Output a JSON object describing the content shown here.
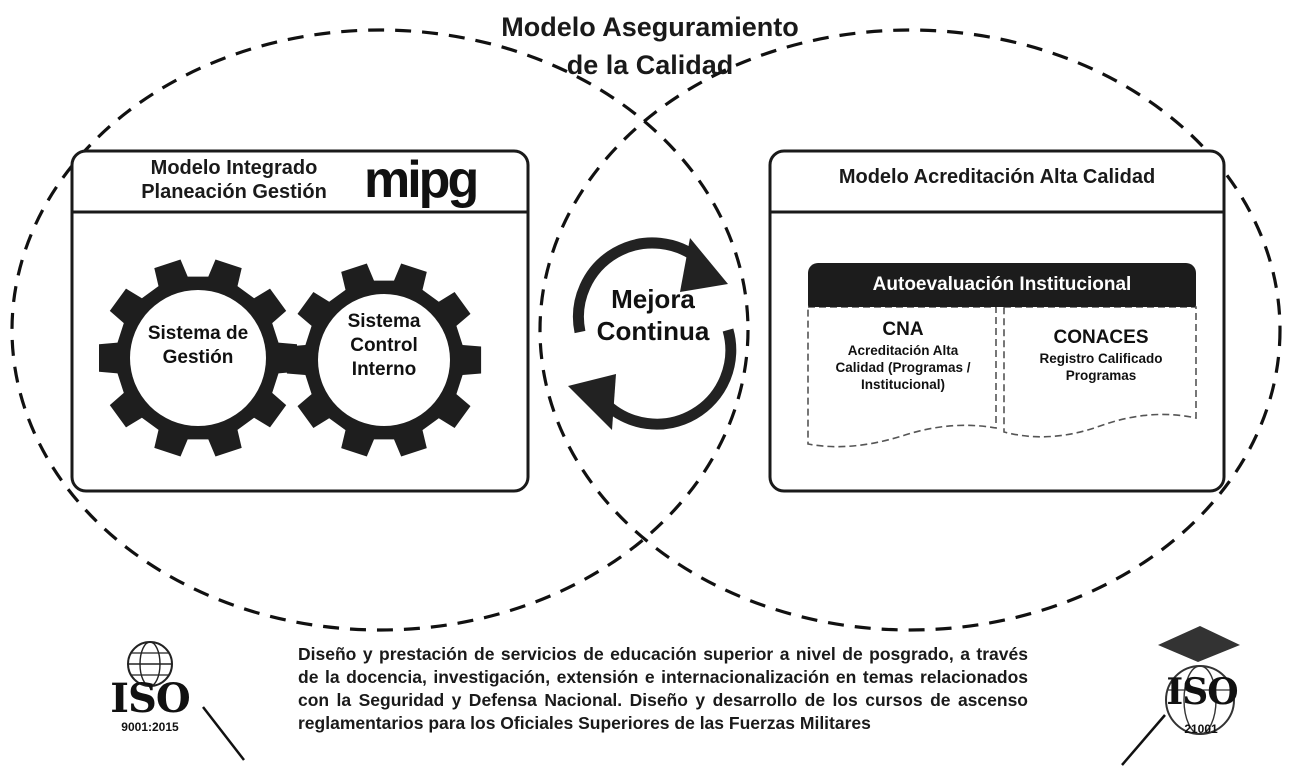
{
  "title": {
    "line1": "Modelo Aseguramiento",
    "line2": "de la Calidad"
  },
  "mipg": {
    "header_line1": "Modelo Integrado",
    "header_line2": "Planeación Gestión",
    "logo_text": "mipg",
    "gears": [
      {
        "lines": [
          "Sistema de",
          "Gestión"
        ]
      },
      {
        "lines": [
          "Sistema",
          "Control",
          "Interno"
        ]
      }
    ]
  },
  "center": {
    "line1": "Mejora",
    "line2": "Continua"
  },
  "acreditacion": {
    "header": "Modelo Acreditación Alta Calidad",
    "doc_header": "Autoevaluación Institucional",
    "cna": {
      "title": "CNA",
      "lines": [
        "Acreditación Alta",
        "Calidad (Programas /",
        "Institucional)"
      ]
    },
    "conaces": {
      "title": "CONACES",
      "lines": [
        "Registro Calificado",
        "Programas"
      ]
    }
  },
  "iso_left": {
    "text": "ISO",
    "code": "9001:2015"
  },
  "iso_right": {
    "text": "ISO",
    "code": "21001"
  },
  "description": "Diseño y prestación de servicios de educación superior a nivel de posgrado, a través de la docencia, investigación, extensión e internacionalización en temas relacionados con la Seguridad y Defensa Nacional. Diseño y desarrollo de los cursos de ascenso reglamentarios para los Oficiales Superiores de las Fuerzas Militares",
  "colors": {
    "ink": "#1a1a1a",
    "paper": "#ffffff"
  }
}
